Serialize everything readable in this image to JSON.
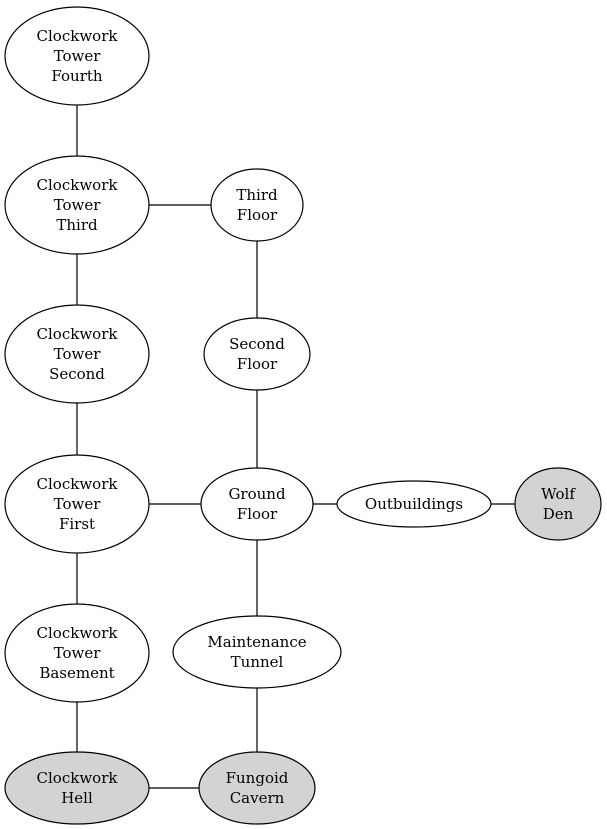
{
  "diagram": {
    "nodes": [
      {
        "id": "cw4",
        "lines": [
          "Clockwork",
          "Tower",
          "Fourth"
        ],
        "fill": "#ffffff"
      },
      {
        "id": "cw3",
        "lines": [
          "Clockwork",
          "Tower",
          "Third"
        ],
        "fill": "#ffffff"
      },
      {
        "id": "cw2",
        "lines": [
          "Clockwork",
          "Tower",
          "Second"
        ],
        "fill": "#ffffff"
      },
      {
        "id": "cw1",
        "lines": [
          "Clockwork",
          "Tower",
          "First"
        ],
        "fill": "#ffffff"
      },
      {
        "id": "cwb",
        "lines": [
          "Clockwork",
          "Tower",
          "Basement"
        ],
        "fill": "#ffffff"
      },
      {
        "id": "cwh",
        "lines": [
          "Clockwork",
          "Hell"
        ],
        "fill": "#d3d3d3"
      },
      {
        "id": "tf",
        "lines": [
          "Third",
          "Floor"
        ],
        "fill": "#ffffff"
      },
      {
        "id": "sf",
        "lines": [
          "Second",
          "Floor"
        ],
        "fill": "#ffffff"
      },
      {
        "id": "gf",
        "lines": [
          "Ground",
          "Floor"
        ],
        "fill": "#ffffff"
      },
      {
        "id": "mt",
        "lines": [
          "Maintenance",
          "Tunnel"
        ],
        "fill": "#ffffff"
      },
      {
        "id": "fc",
        "lines": [
          "Fungoid",
          "Cavern"
        ],
        "fill": "#d3d3d3"
      },
      {
        "id": "ob",
        "lines": [
          "Outbuildings"
        ],
        "fill": "#ffffff"
      },
      {
        "id": "wd",
        "lines": [
          "Wolf",
          "Den"
        ],
        "fill": "#d3d3d3"
      }
    ],
    "edges": [
      [
        "cw4",
        "cw3"
      ],
      [
        "cw3",
        "cw2"
      ],
      [
        "cw2",
        "cw1"
      ],
      [
        "cw1",
        "cwb"
      ],
      [
        "cwb",
        "cwh"
      ],
      [
        "cw3",
        "tf"
      ],
      [
        "tf",
        "sf"
      ],
      [
        "sf",
        "gf"
      ],
      [
        "cw1",
        "gf"
      ],
      [
        "gf",
        "ob"
      ],
      [
        "ob",
        "wd"
      ],
      [
        "gf",
        "mt"
      ],
      [
        "mt",
        "fc"
      ],
      [
        "cwh",
        "fc"
      ]
    ]
  }
}
